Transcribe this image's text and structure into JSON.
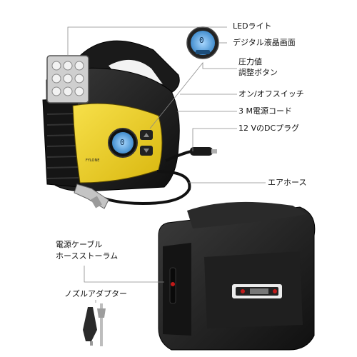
{
  "callouts": {
    "led_light": "LEDライト",
    "digital_lcd": "デジタル液晶画面",
    "pressure_line1": "圧力値",
    "pressure_line2": "調整ボタン",
    "power_switch": "オン/オフスイッチ",
    "power_cord": "3 M電源コード",
    "dc_plug": "12 VのDCプラグ",
    "air_hose": "エアホース",
    "cable_storage_line1": "電源ケーブル",
    "cable_storage_line2": "ホースストーラム",
    "nozzle_adapter": "ノズルアダプター"
  },
  "product": {
    "brand_mark": "FYLONE",
    "display_value": "0"
  },
  "colors": {
    "body": "#1d1d1d",
    "panel": "#f0d21c",
    "lcd": "#5aa9e6",
    "leader": "#888888"
  }
}
